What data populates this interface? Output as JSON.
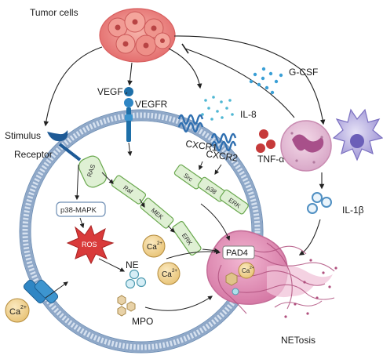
{
  "labels": {
    "tumor_cells": "Tumor cells",
    "g_csf": "G-CSF",
    "vegf": "VEGF",
    "vegfr": "VEGFR",
    "il8": "IL-8",
    "stimulus": "Stimulus",
    "receptor": "Receptor",
    "cxcr1": "CXCR1",
    "cxcr2": "CXCR2",
    "tnf_a": "TNF-α",
    "il1b": "IL-1β",
    "ras": "RAS",
    "raf": "Raf",
    "mek": "MEK",
    "erk_inner": "ERK",
    "src": "Src",
    "p38": "p38",
    "erk_right": "ERK",
    "p38_mapk": "p38-MAPK",
    "ros": "ROS",
    "ca_inner1": "Ca",
    "ca_inner2": "Ca",
    "ca_nucleus": "Ca",
    "ca_outside": "Ca",
    "ca_sup": "2+",
    "pad4": "PAD4",
    "ne": "NE",
    "mpo": "MPO",
    "netosis": "NETosis"
  },
  "colors": {
    "membrane": "#8fa8c8",
    "nucleus": "#e9a3c4",
    "tumor": "#e98080",
    "kinase_fill": "#dff0d4",
    "kinase_stroke": "#6aa84f",
    "ros": "#d93a3a",
    "calcium": "#f4d79a",
    "receptor_blue": "#1e6fa8"
  }
}
